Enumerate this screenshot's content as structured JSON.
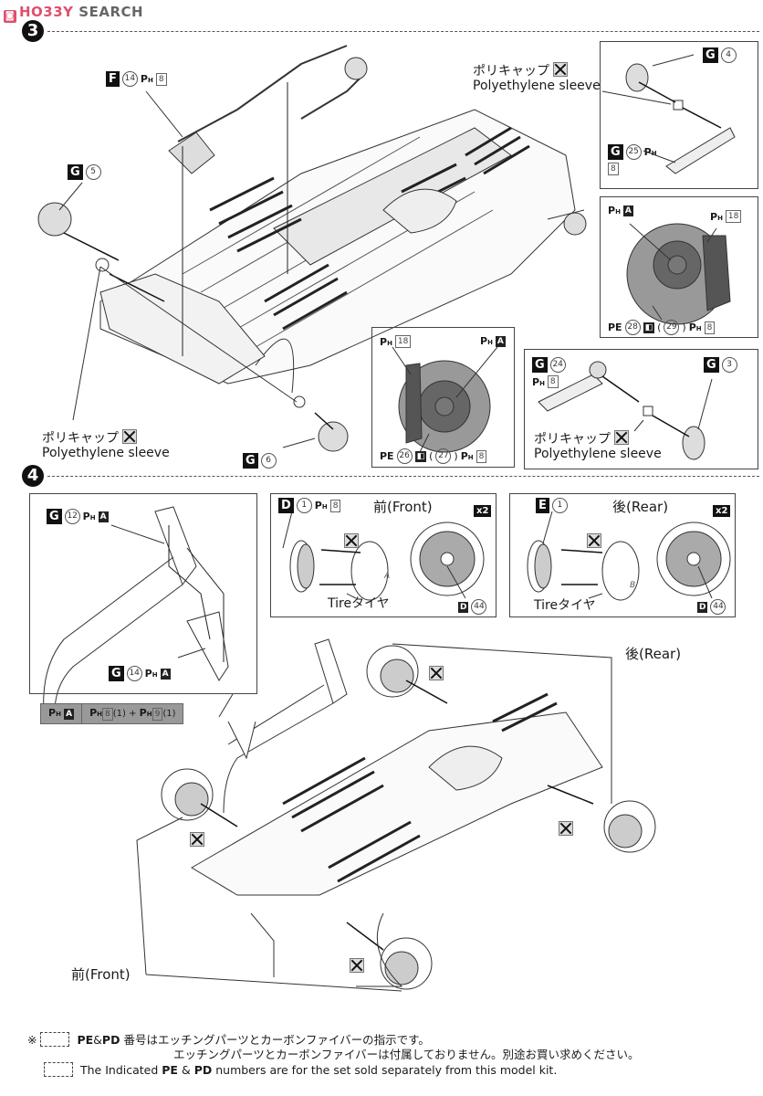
{
  "watermark": {
    "logo_icon": "hobbysearch-logo-icon",
    "brand_part1": "HO33Y",
    "brand_part2": "SEARCH"
  },
  "step3": {
    "number": "3",
    "callouts": {
      "f14": {
        "letter": "F",
        "num": "14",
        "paint": "8"
      },
      "g5": {
        "letter": "G",
        "num": "5"
      },
      "g6": {
        "letter": "G",
        "num": "6"
      },
      "poly_left_jp": "ポリキャップ",
      "poly_left_en": "Polyethylene sleeve",
      "poly_top_jp": "ポリキャップ",
      "poly_top_en": "Polyethylene sleeve"
    },
    "inset_top_right": {
      "g4": {
        "letter": "G",
        "num": "4"
      },
      "g25": {
        "letter": "G",
        "num": "25",
        "paint": "8"
      }
    },
    "inset_brake_right": {
      "ph_a": "A",
      "ph_18": "18",
      "pe": "28",
      "pd": "29",
      "paint": "8"
    },
    "inset_brake_center": {
      "ph_18": "18",
      "ph_a": "A",
      "pe": "26",
      "pd": "27",
      "paint": "8"
    },
    "inset_rear_arm": {
      "g24": {
        "letter": "G",
        "num": "24",
        "paint": "8"
      },
      "g3": {
        "letter": "G",
        "num": "3"
      },
      "poly_jp": "ポリキャップ",
      "poly_en": "Polyethylene sleeve"
    }
  },
  "step4": {
    "number": "4",
    "exhaust_inset": {
      "g12": {
        "letter": "G",
        "num": "12",
        "paint": "A"
      },
      "g14": {
        "letter": "G",
        "num": "14",
        "paint": "A"
      }
    },
    "paint_legend": {
      "key": "A",
      "mix": "8(1) + 9(1)",
      "mix_a": "8",
      "mix_a_ratio": "(1)",
      "mix_b": "9",
      "mix_b_ratio": "(1)"
    },
    "front_wheel": {
      "letter": "D",
      "num": "1",
      "paint": "8",
      "title": "前(Front)",
      "qty": "x2",
      "tire_label": "Tireタイヤ",
      "tire_letter": "A",
      "decal_letter": "D",
      "decal_num": "44"
    },
    "rear_wheel": {
      "letter": "E",
      "num": "1",
      "title": "後(Rear)",
      "qty": "x2",
      "tire_label": "Tireタイヤ",
      "tire_letter": "B",
      "decal_letter": "D",
      "decal_num": "44"
    },
    "label_rear": "後(Rear)",
    "label_front": "前(Front)"
  },
  "footnote": {
    "mark": "※",
    "pe": "PE",
    "amp": "&",
    "pd": "PD",
    "line1_jp": "番号はエッチングパーツとカーボンファイバーの指示です。",
    "line2_jp": "エッチングパーツとカーボンファイバーは付属しておりません。別途お買い求めください。",
    "line3_prefix": "The Indicated",
    "line3_suffix": "numbers are for the set sold separately from this model kit."
  }
}
